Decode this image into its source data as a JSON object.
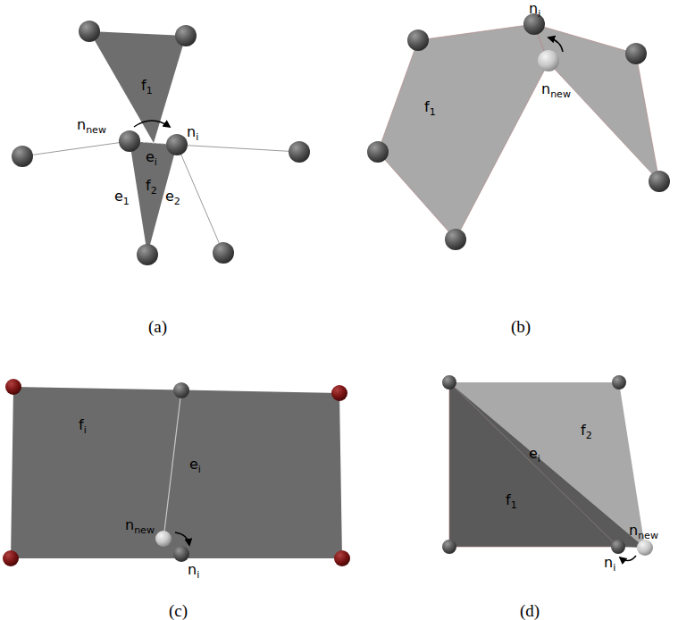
{
  "diagram": {
    "labels": [
      "f1",
      "nnew",
      "ni",
      "ei",
      "f2",
      "e1",
      "e2",
      "(a)",
      "ni",
      "f1",
      "nnew",
      "(b)",
      "fi",
      "ei",
      "nnew",
      "ni",
      "(c)",
      "ei",
      "f2",
      "f1",
      "nnew",
      "ni",
      "(d)"
    ]
  }
}
